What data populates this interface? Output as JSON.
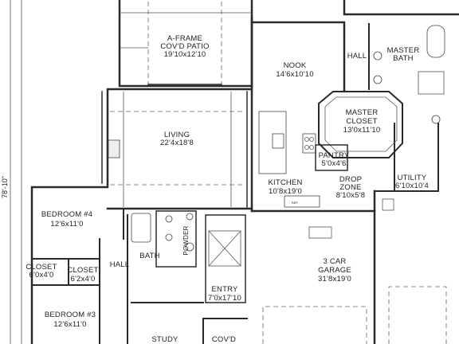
{
  "overall_dimension": "78'-10\"",
  "rooms": {
    "aframe_patio": {
      "name_line1": "A-FRAME",
      "name_line2": "COV'D PATIO",
      "size": "19'10x12'10"
    },
    "nook": {
      "name": "NOOK",
      "size": "14'6x10'10"
    },
    "hall_upper": {
      "name": "HALL"
    },
    "master_bath": {
      "name_line1": "MASTER",
      "name_line2": "BATH"
    },
    "master_closet": {
      "name_line1": "MASTER",
      "name_line2": "CLOSET",
      "size": "13'0x11'10"
    },
    "living": {
      "name": "LIVING",
      "size": "22'4x18'8"
    },
    "pantry": {
      "name": "PANTRY",
      "size": "5'0x4'6"
    },
    "kitchen": {
      "name": "KITCHEN",
      "size": "10'8x19'0"
    },
    "drop_zone": {
      "name_line1": "DROP",
      "name_line2": "ZONE",
      "size": "8'10x5'8"
    },
    "utility": {
      "name": "UTILITY",
      "size": "6'10x10'4"
    },
    "bedroom4": {
      "name": "BEDROOM #4",
      "size": "12'6x11'0"
    },
    "closet_a": {
      "name": "CLOSET",
      "size": "6'0x4'0"
    },
    "closet_b": {
      "name": "CLOSET",
      "size": "6'2x4'0"
    },
    "hall_lower": {
      "name": "HALL"
    },
    "bath": {
      "name": "BATH"
    },
    "powder": {
      "name": "POWDER"
    },
    "garage": {
      "name_line1": "3 CAR",
      "name_line2": "GARAGE",
      "size": "31'8x19'0"
    },
    "bedroom3": {
      "name": "BEDROOM #3",
      "size": "12'6x11'0"
    },
    "entry": {
      "name": "ENTRY",
      "size": "7'0x17'10"
    },
    "study": {
      "name": "STUDY"
    },
    "covd": {
      "name": "COV'D"
    }
  },
  "appliance_label": "REF"
}
